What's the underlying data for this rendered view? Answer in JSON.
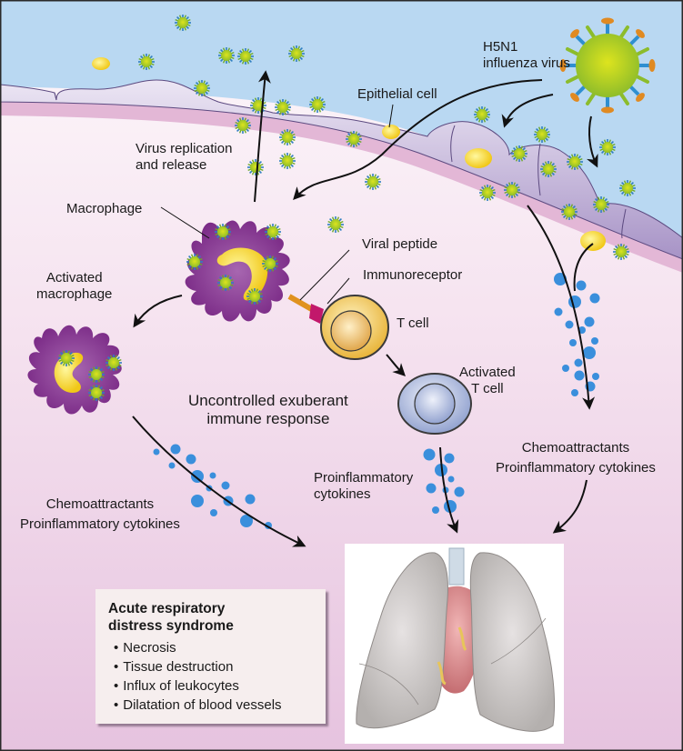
{
  "diagram": {
    "topic": "H5N1 influenza immune response leading to ARDS",
    "labels": {
      "virus": "H5N1\ninfluenza virus",
      "virus_line1": "H5N1",
      "virus_line2": "influenza virus",
      "epithelial_cell": "Epithelial cell",
      "replication_line1": "Virus replication",
      "replication_line2": "and release",
      "macrophage": "Macrophage",
      "activated_macrophage_line1": "Activated",
      "activated_macrophage_line2": "macrophage",
      "viral_peptide": "Viral peptide",
      "immunoreceptor": "Immunoreceptor",
      "t_cell": "T cell",
      "activated_t_cell_line1": "Activated",
      "activated_t_cell_line2": "T cell",
      "uncontrolled_line1": "Uncontrolled exuberant",
      "uncontrolled_line2": "immune response",
      "left_chemo_line1": "Chemoattractants",
      "left_chemo_line2": "Proinflammatory cytokines",
      "middle_cyto_line1": "Proinflammatory",
      "middle_cyto_line2": "cytokines",
      "right_chemo_line1": "Chemoattractants",
      "right_chemo_line2": "Proinflammatory cytokines"
    },
    "ards": {
      "title_line1": "Acute respiratory",
      "title_line2": "distress syndrome",
      "items": [
        "Necrosis",
        "Tissue destruction",
        "Influx of leukocytes",
        "Dilatation of blood vessels"
      ]
    },
    "icons": {
      "large_virus": "h5n1-virus-icon",
      "small_virus": "virion-icon",
      "macrophage": "macrophage-cell-icon",
      "t_cell": "t-cell-icon",
      "lungs": "lungs-icon",
      "cytokine": "cytokine-dot-icon"
    },
    "colors": {
      "airway": "#b9d8f2",
      "epithelium": "#b8a6d2",
      "basement": "#e2b6d6",
      "tissue_top": "#fbf3f8",
      "tissue_bottom": "#e9c9e2",
      "virus_body": "#b8cf1c",
      "virus_spike_blue": "#2f8fd0",
      "virus_spike_orange": "#e08a22",
      "macrophage": "#8a3c94",
      "nucleus_yellow": "#f3d21f",
      "t_cell": "#f0c64a",
      "activated_t_cell": "#a9b7dc",
      "cytokine": "#3a8fdc"
    }
  }
}
